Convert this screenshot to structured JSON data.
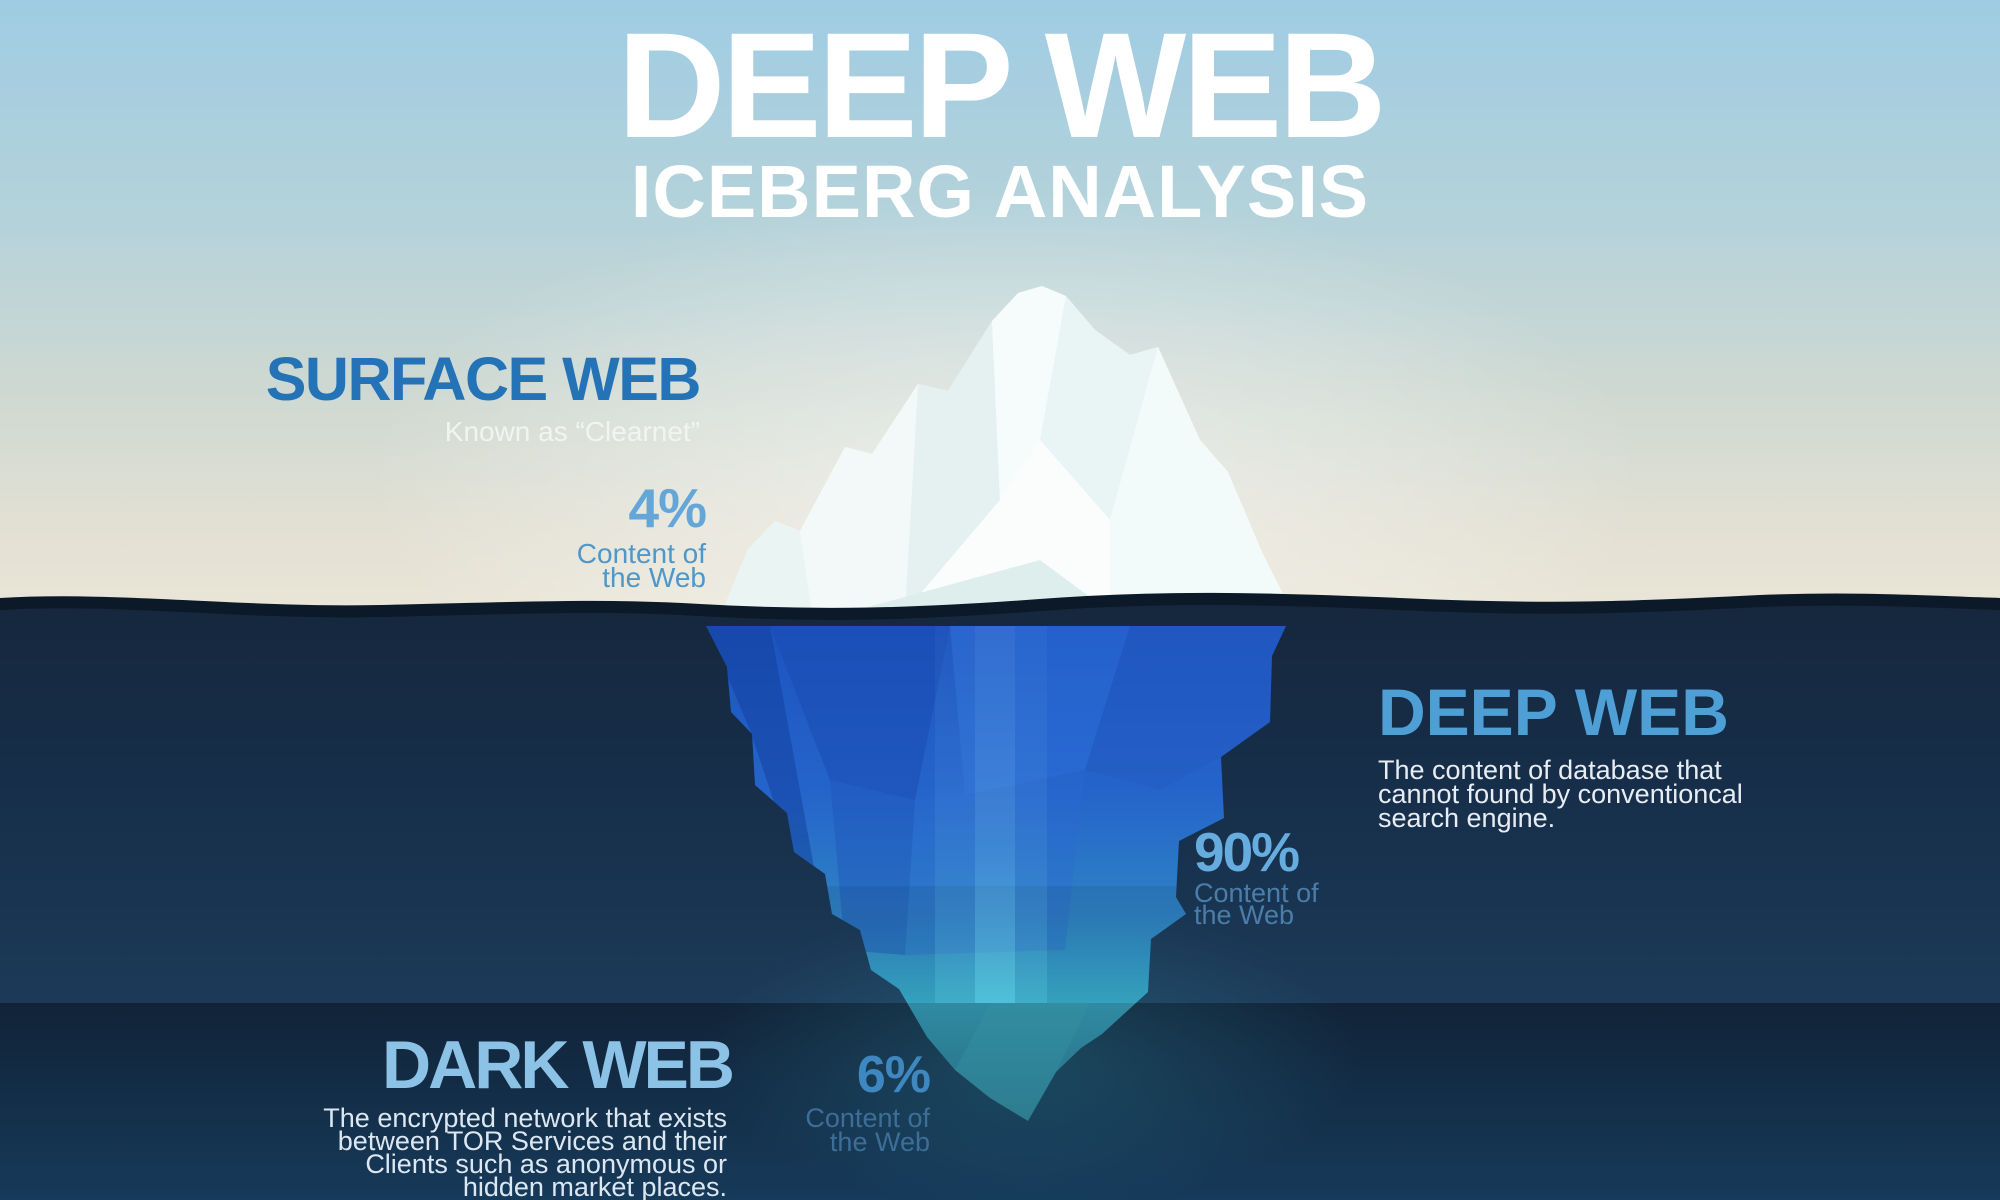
{
  "diagram": {
    "type": "iceberg-infographic",
    "title": "DEEP WEB",
    "subtitle": "ICEBERG ANALYSIS"
  },
  "layers": [
    {
      "id": "surface-web",
      "heading": "SURFACE WEB",
      "subheading": "Known as  “Clearnet”",
      "percent": "4%",
      "caption": [
        "Content of",
        "the Web"
      ],
      "description": []
    },
    {
      "id": "deep-web",
      "heading": "DEEP WEB",
      "percent": "90%",
      "caption": [
        "Content of",
        "the Web"
      ],
      "description": [
        "The content of database that",
        "cannot found by conventioncal",
        "search engine."
      ]
    },
    {
      "id": "dark-web",
      "heading": "DARK WEB",
      "percent": "6%",
      "caption": [
        "Content of",
        "the Web"
      ],
      "description": [
        "The  encrypted network that exists",
        "between TOR Services and their",
        "Clients such as  anonymous or",
        "hidden market places."
      ]
    }
  ],
  "colors": {
    "sky_top": "#9fcce3",
    "sky_horizon": "#eae6d8",
    "water_deep_zone": "#15273d",
    "water_dark_zone": "#163a5a",
    "waterline_stroke": "#0b1929",
    "iceberg_above": "#ffffff",
    "iceberg_below": "#2158c6",
    "iceberg_tip": "#2e8399",
    "heading_surface": "#2573b7",
    "heading_deep": "#4f9fd7",
    "heading_dark": "#8cc2e6",
    "percent_light_blue": "#67acde",
    "title_color": "#ffffff"
  }
}
